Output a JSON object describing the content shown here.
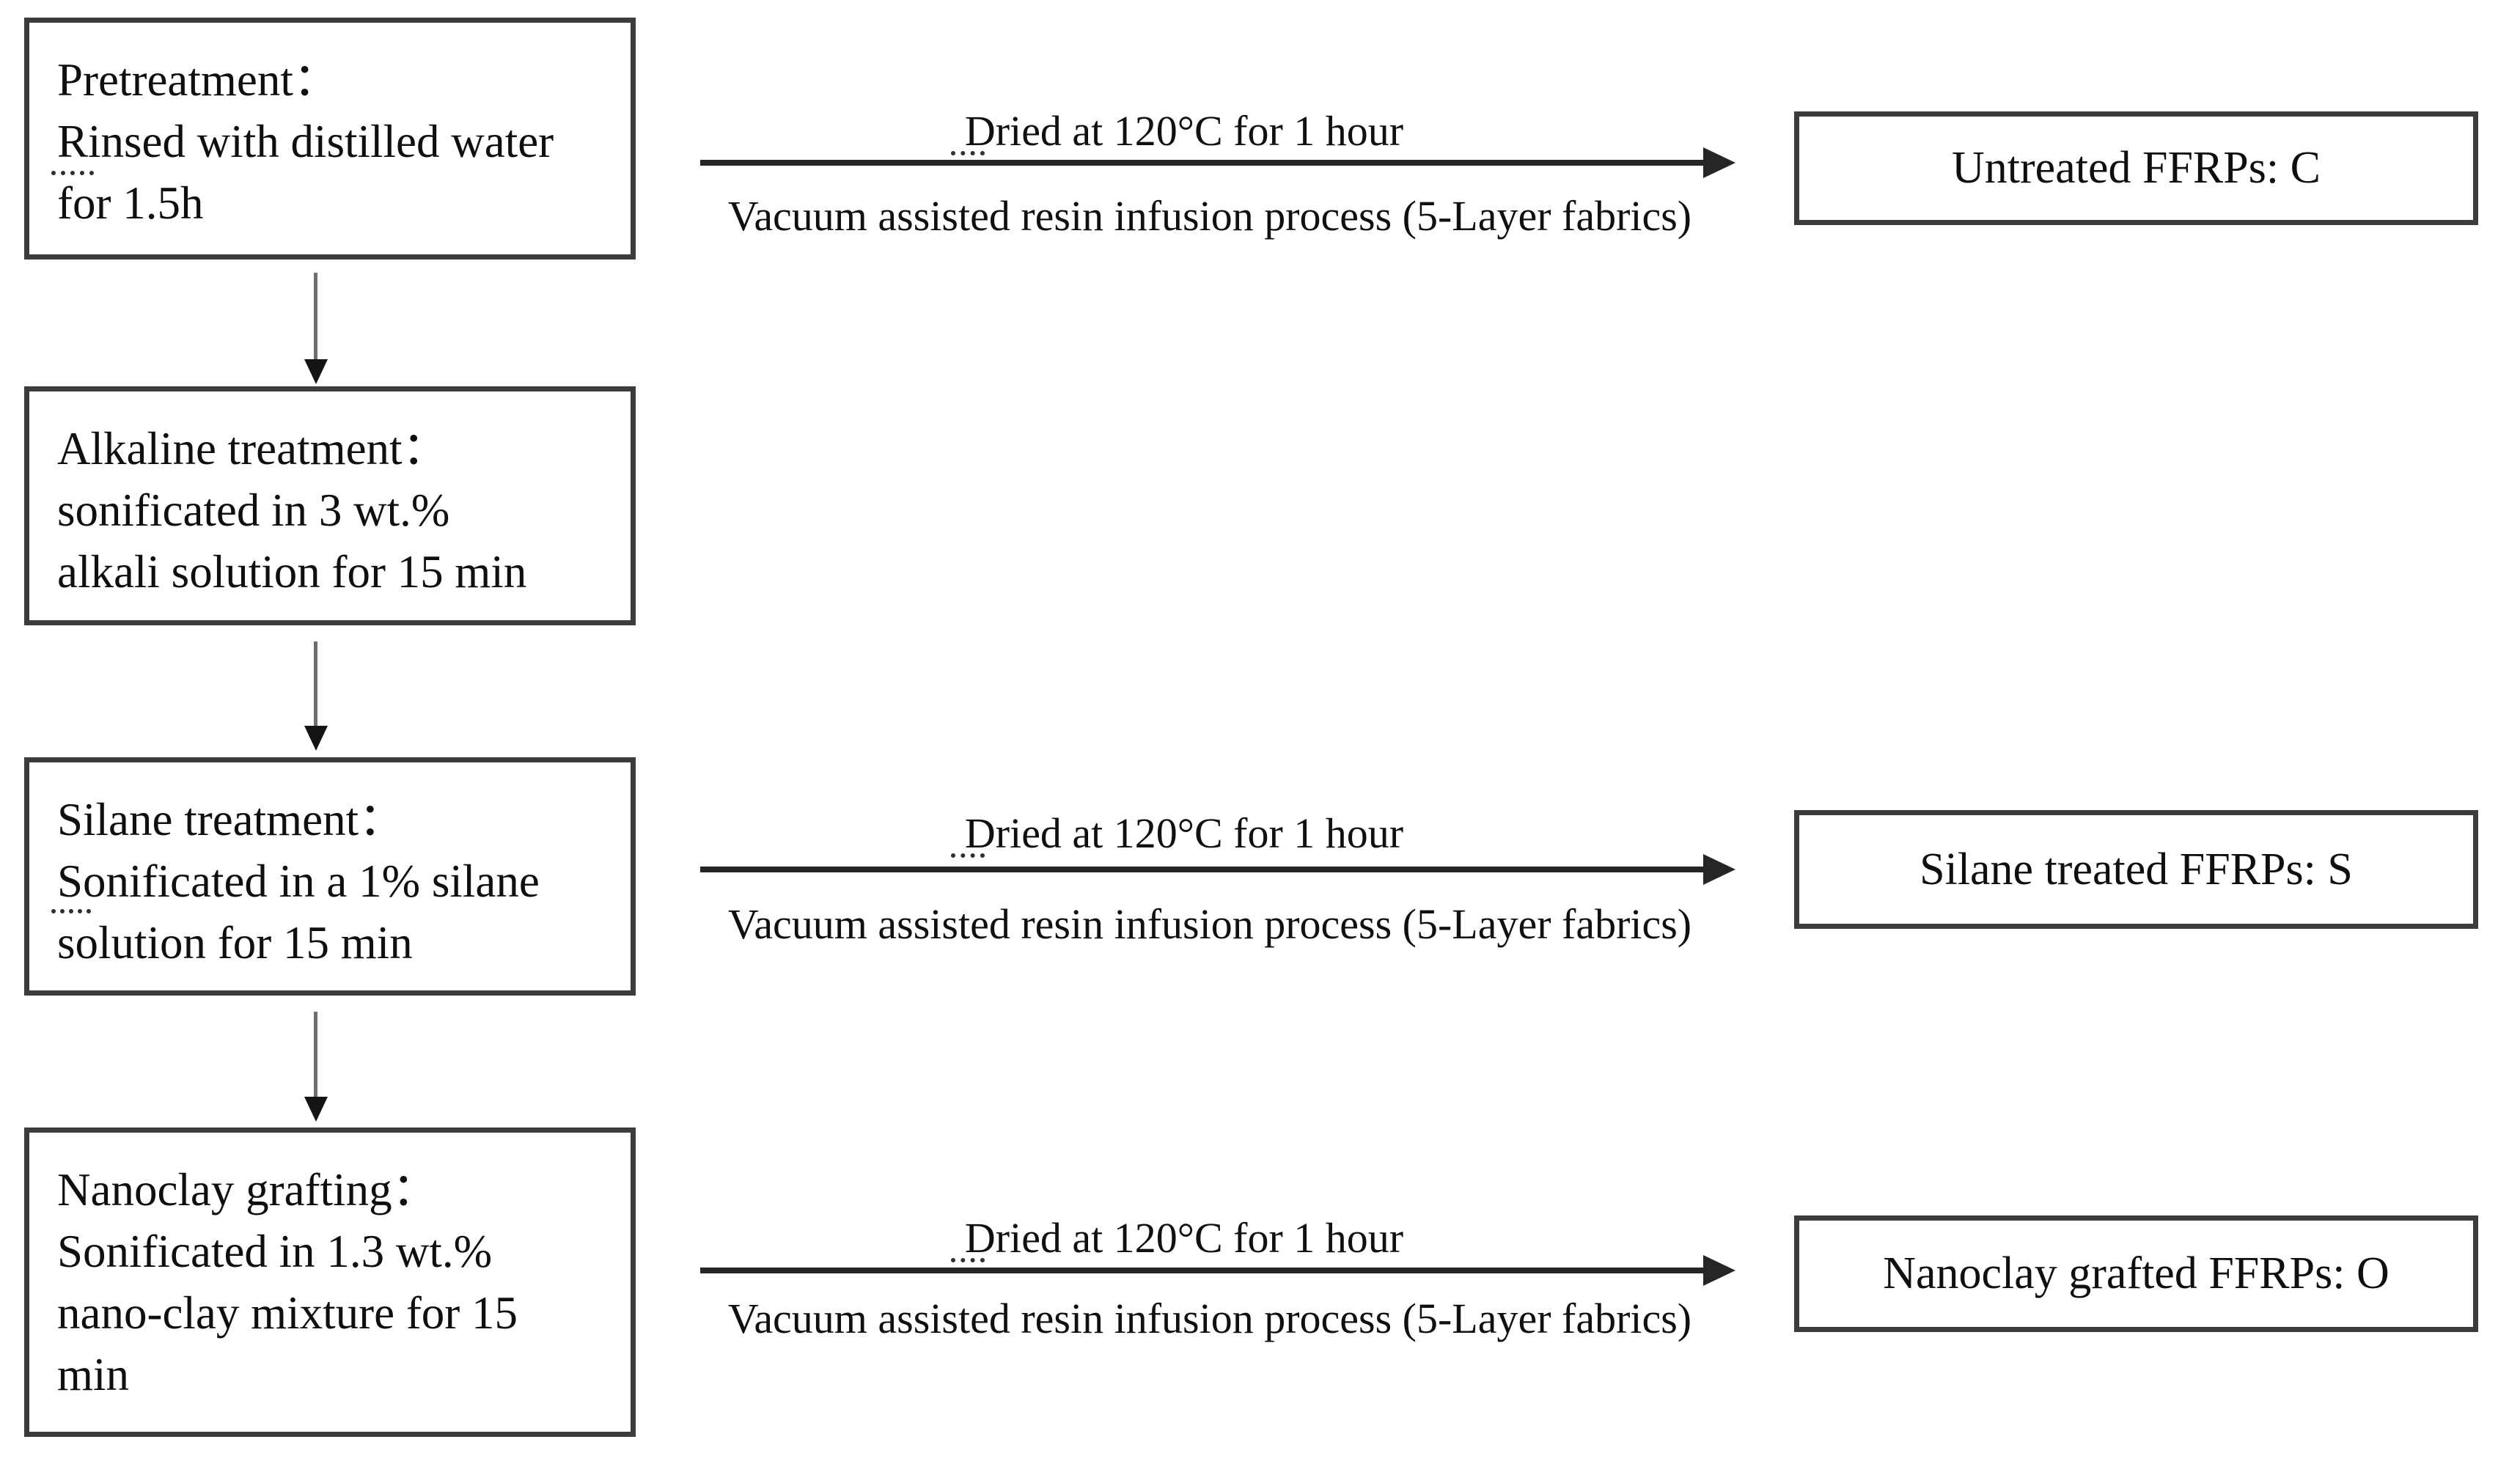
{
  "flowchart": {
    "steps": [
      {
        "name": "pretreatment",
        "lines": [
          "Pretreatment：",
          "Rinsed with distilled water",
          "for 1.5h"
        ]
      },
      {
        "name": "alkaline-treatment",
        "lines": [
          "Alkaline treatment：",
          "sonificated in 3 wt.%",
          "alkali solution for 15 min"
        ]
      },
      {
        "name": "silane-treatment",
        "lines": [
          "Silane treatment：",
          "Sonificated in a 1% silane",
          "solution for 15 min"
        ]
      },
      {
        "name": "nanoclay-grafting",
        "lines": [
          "Nanoclay grafting：",
          "Sonificated in 1.3 wt.%",
          "nano-clay mixture for 15",
          "min"
        ]
      }
    ],
    "process_rows": [
      {
        "dried_label": "Dried at 120°C for 1 hour",
        "process_label": "Vacuum assisted resin infusion process (5-Layer fabrics)",
        "result_label": "Untreated FFRPs: C"
      },
      {
        "dried_label": "Dried at 120°C for 1 hour",
        "process_label": "Vacuum assisted resin infusion process (5-Layer fabrics)",
        "result_label": "Silane treated FFRPs: S"
      },
      {
        "dried_label": "Dried at 120°C for 1 hour",
        "process_label": "Vacuum assisted resin infusion process (5-Layer fabrics)",
        "result_label": "Nanoclay grafted FFRPs: O"
      }
    ],
    "colors": {
      "background": "#ffffff",
      "box_border": "#3c3c3c",
      "text": "#0f0f0f",
      "arrow": "#262626"
    }
  }
}
